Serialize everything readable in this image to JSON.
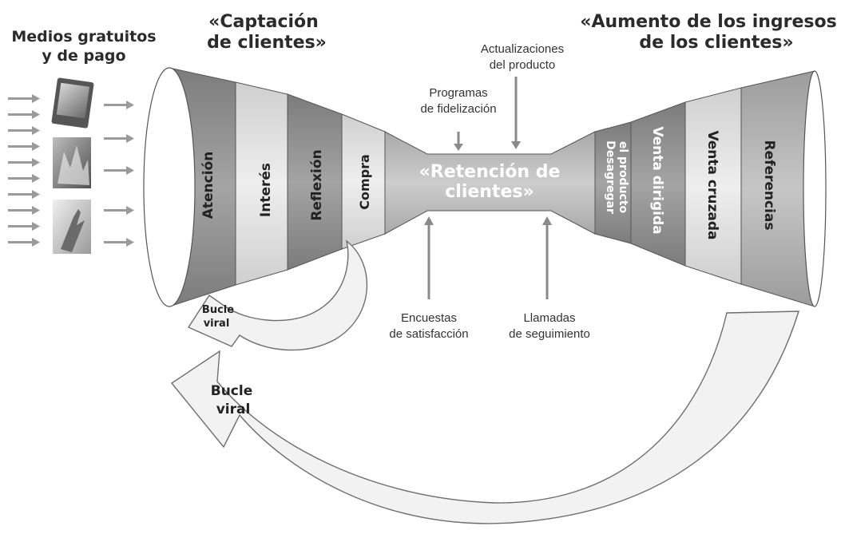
{
  "headings": {
    "media_line1": "Medios gratuitos",
    "media_line2": "y de pago",
    "acquisition_line1": "«Captación",
    "acquisition_line2": "de clientes»",
    "growth_line1": "«Aumento de los ingresos",
    "growth_line2": "de los clientes»"
  },
  "acquisition_stages": [
    "Atención",
    "Interés",
    "Reflexión",
    "Compra"
  ],
  "growth_stages": [
    "Desagregar",
    "el producto",
    "Venta dirigida",
    "Venta cruzada",
    "Referencias"
  ],
  "retention": {
    "line1": "«Retención de",
    "line2": "clientes»"
  },
  "inputs": {
    "loyalty_line1": "Programas",
    "loyalty_line2": "de fidelización",
    "updates_line1": "Actualizaciones",
    "updates_line2": "del producto",
    "surveys_line1": "Encuestas",
    "surveys_line2": "de satisfacción",
    "calls_line1": "Llamadas",
    "calls_line2": "de seguimiento"
  },
  "loops": {
    "small_line1": "Bucle",
    "small_line2": "viral",
    "large_line1": "Bucle",
    "large_line2": "viral"
  },
  "colors": {
    "dark_band": "#8e8e8e",
    "mid_band": "#a8a8a8",
    "light_band": "#d2d2d2",
    "pale_band": "#e8e8e8",
    "neck": "#b9b9b9",
    "arrow": "#9a9a9a",
    "loop_fill": "#f2f2f2",
    "loop_stroke": "#6e6e6e"
  }
}
